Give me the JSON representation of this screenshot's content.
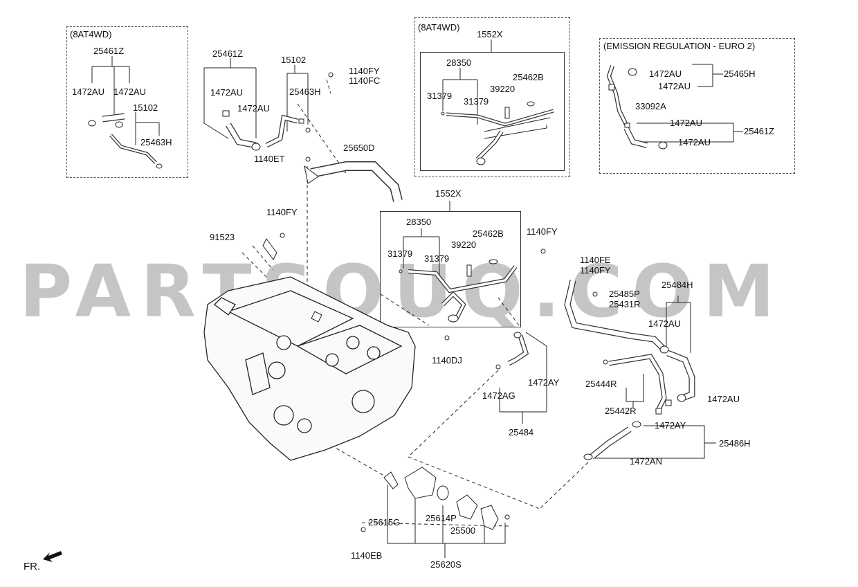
{
  "watermark": "PARTSOUQ.COM",
  "orientation": "FR.",
  "panels": {
    "left_title": "(8AT4WD)",
    "middle_title": "(8AT4WD)",
    "right_title": "(EMISSION REGULATION - EURO 2)"
  },
  "labels": {
    "p25461Z_a": "25461Z",
    "p1472AU_a": "1472AU",
    "p1472AU_b": "1472AU",
    "p15102_a": "15102",
    "p25463H_a": "25463H",
    "p25461Z_b": "25461Z",
    "p1472AU_c": "1472AU",
    "p1472AU_d": "1472AU",
    "p15102_b": "15102",
    "p25463H_b": "25463H",
    "p1140FY_a": "1140FY",
    "p1140FC": "1140FC",
    "p1140ET": "1140ET",
    "p25650D": "25650D",
    "p1552X_a": "1552X",
    "p28350_a": "28350",
    "p31379_a": "31379",
    "p31379_b": "31379",
    "p39220_a": "39220",
    "p25462B_a": "25462B",
    "p1472AU_e": "1472AU",
    "p25465H": "25465H",
    "p1472AU_f": "1472AU",
    "p33092A": "33092A",
    "p1472AU_g": "1472AU",
    "p25461Z_c": "25461Z",
    "p1472AU_h": "1472AU",
    "p1140FY_b": "1140FY",
    "p91523": "91523",
    "p1552X_b": "1552X",
    "p28350_b": "28350",
    "p25462B_b": "25462B",
    "p31379_c": "31379",
    "p39220_b": "39220",
    "p31379_d": "31379",
    "p1140FY_c": "1140FY",
    "p1140FE": "1140FE",
    "p1140FY_d": "1140FY",
    "p25485P": "25485P",
    "p25431R": "25431R",
    "p25484H": "25484H",
    "p1472AU_i": "1472AU",
    "p1140DJ": "1140DJ",
    "p1472AY_a": "1472AY",
    "p1472AG": "1472AG",
    "p25484": "25484",
    "p25444R": "25444R",
    "p25442R": "25442R",
    "p1472AU_j": "1472AU",
    "p1472AY_b": "1472AY",
    "p25486H": "25486H",
    "p1472AN": "1472AN",
    "p25615G": "25615G",
    "p25614P": "25614P",
    "p25500": "25500",
    "p1140EB": "1140EB",
    "p25620S": "25620S"
  }
}
